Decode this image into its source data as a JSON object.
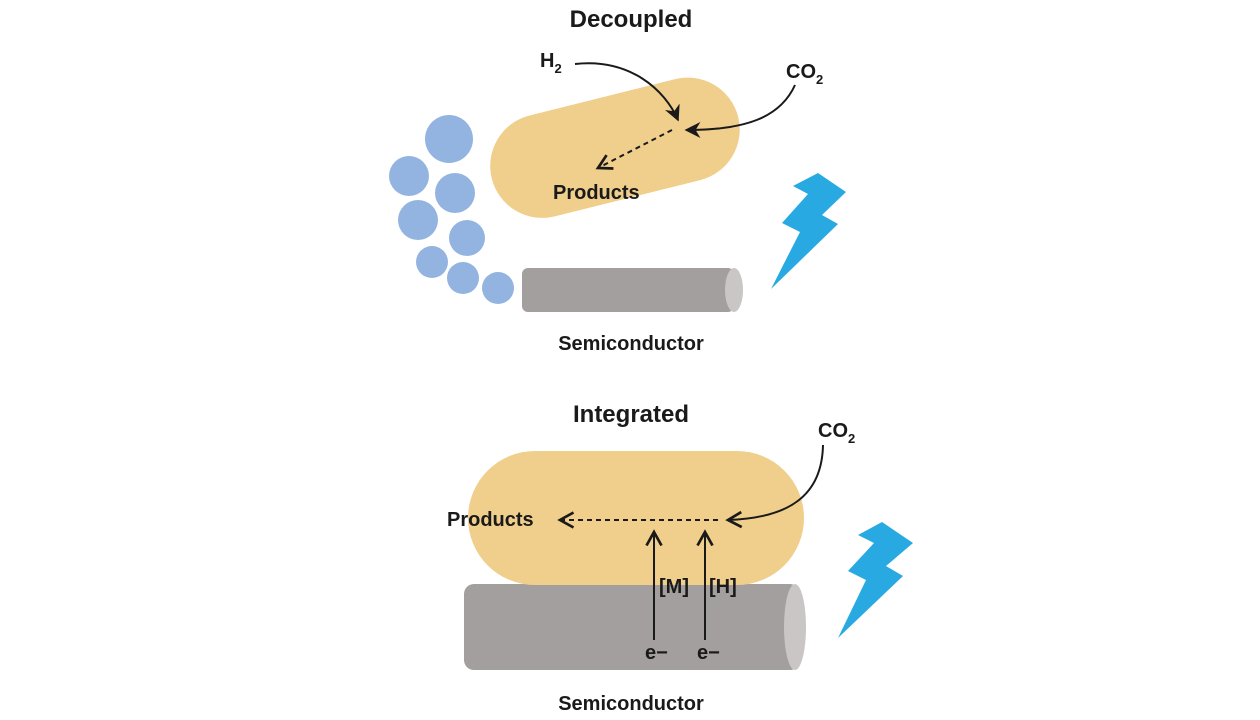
{
  "colors": {
    "cell": "#f0cf8c",
    "semiconductor_body": "#a39f9e",
    "semiconductor_cap": "#c9c6c5",
    "bubble": "#93b4e0",
    "lightning": "#29a9e1",
    "ink": "#1a1a1a"
  },
  "decoupled": {
    "title": "Decoupled",
    "h2": {
      "main": "H",
      "sub": "2"
    },
    "co2": {
      "main": "CO",
      "sub": "2"
    },
    "products": "Products",
    "semiconductor": "Semiconductor"
  },
  "integrated": {
    "title": "Integrated",
    "co2": {
      "main": "CO",
      "sub": "2"
    },
    "products": "Products",
    "mediator_m": "[M]",
    "mediator_h": "[H]",
    "electron_left": "e−",
    "electron_right": "e−",
    "semiconductor": "Semiconductor"
  }
}
